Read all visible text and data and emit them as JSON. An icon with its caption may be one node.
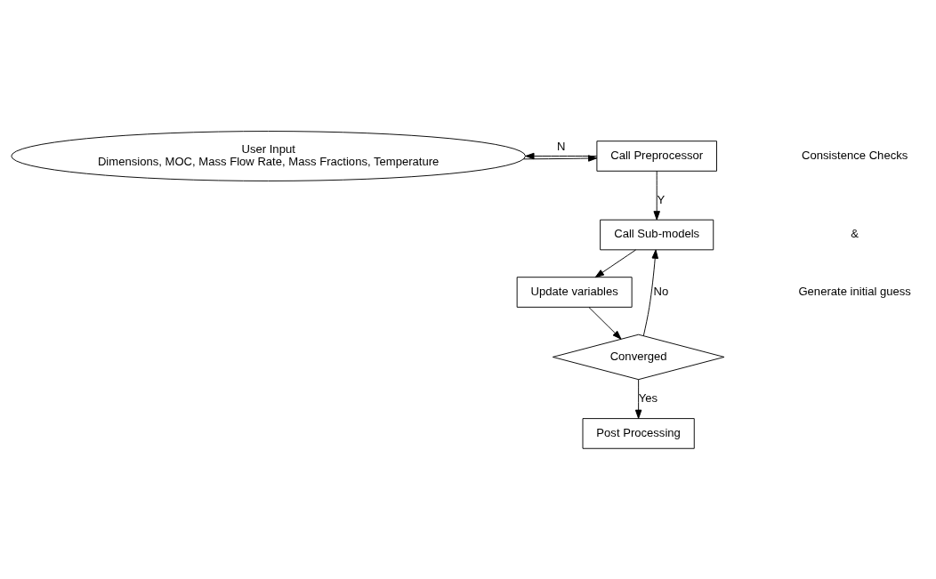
{
  "diagram": {
    "nodes": [
      {
        "text": [
          "User Input",
          "Dimensions, MOC, Mass Flow Rate, Mass Fractions, Temperature"
        ]
      },
      {
        "text": [
          "Call Preprocessor"
        ]
      },
      {
        "text": [
          "Call Sub-models"
        ]
      },
      {
        "text": [
          "Update variables"
        ]
      },
      {
        "text": [
          "Converged"
        ]
      },
      {
        "text": [
          "Post Processing"
        ]
      }
    ],
    "edges": [
      {
        "from": 0,
        "to": 1,
        "arrow": "to"
      },
      {
        "from": 1,
        "to": 0,
        "arrow": "to",
        "label": "N"
      },
      {
        "from": 1,
        "to": 2,
        "arrow": "to",
        "label": "Y"
      },
      {
        "from": 2,
        "to": 3,
        "arrow": "to"
      },
      {
        "from": 3,
        "to": 4,
        "arrow": "to"
      },
      {
        "from": 4,
        "to": 2,
        "arrow": "to",
        "label": "No"
      },
      {
        "from": 4,
        "to": 5,
        "arrow": "to",
        "label": "Yes"
      }
    ],
    "labels": [
      "Consistence Checks",
      "&",
      "Generate initial guess"
    ]
  }
}
